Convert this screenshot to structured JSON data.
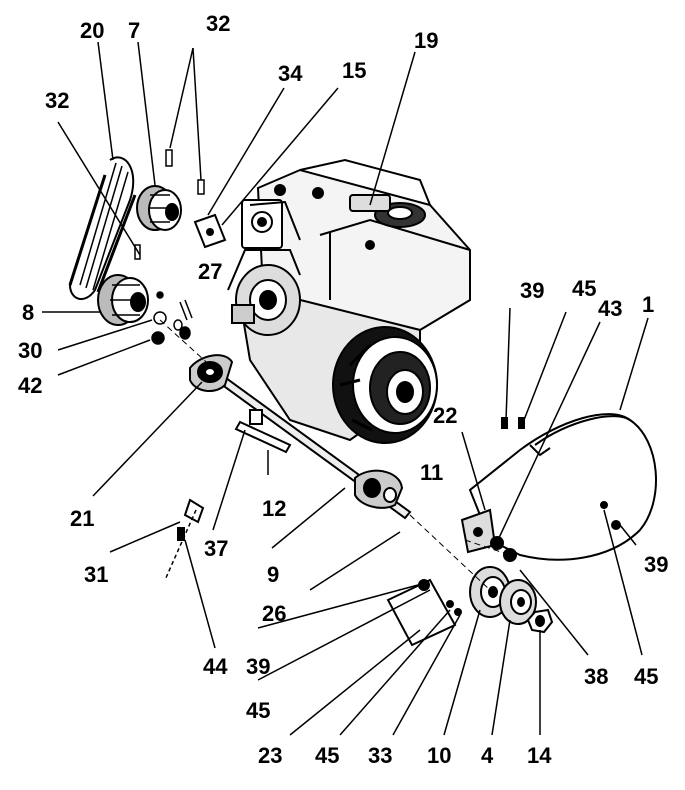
{
  "callouts": [
    {
      "id": "label-20",
      "text": "20"
    },
    {
      "id": "label-7",
      "text": "7"
    },
    {
      "id": "label-32-top",
      "text": "32"
    },
    {
      "id": "label-19",
      "text": "19"
    },
    {
      "id": "label-34",
      "text": "34"
    },
    {
      "id": "label-15",
      "text": "15"
    },
    {
      "id": "label-32-left",
      "text": "32"
    },
    {
      "id": "label-27",
      "text": "27"
    },
    {
      "id": "label-39-top",
      "text": "39"
    },
    {
      "id": "label-45-top",
      "text": "45"
    },
    {
      "id": "label-43",
      "text": "43"
    },
    {
      "id": "label-1",
      "text": "1"
    },
    {
      "id": "label-8",
      "text": "8"
    },
    {
      "id": "label-30",
      "text": "30"
    },
    {
      "id": "label-42",
      "text": "42"
    },
    {
      "id": "label-22",
      "text": "22"
    },
    {
      "id": "label-11",
      "text": "11"
    },
    {
      "id": "label-21",
      "text": "21"
    },
    {
      "id": "label-12",
      "text": "12"
    },
    {
      "id": "label-37",
      "text": "37"
    },
    {
      "id": "label-31",
      "text": "31"
    },
    {
      "id": "label-9",
      "text": "9"
    },
    {
      "id": "label-39-right",
      "text": "39"
    },
    {
      "id": "label-26",
      "text": "26"
    },
    {
      "id": "label-44",
      "text": "44"
    },
    {
      "id": "label-39-bottom",
      "text": "39"
    },
    {
      "id": "label-38",
      "text": "38"
    },
    {
      "id": "label-45-right",
      "text": "45"
    },
    {
      "id": "label-45-left",
      "text": "45"
    },
    {
      "id": "label-23",
      "text": "23"
    },
    {
      "id": "label-45-bottom",
      "text": "45"
    },
    {
      "id": "label-33",
      "text": "33"
    },
    {
      "id": "label-10",
      "text": "10"
    },
    {
      "id": "label-4",
      "text": "4"
    },
    {
      "id": "label-14",
      "text": "14"
    }
  ]
}
